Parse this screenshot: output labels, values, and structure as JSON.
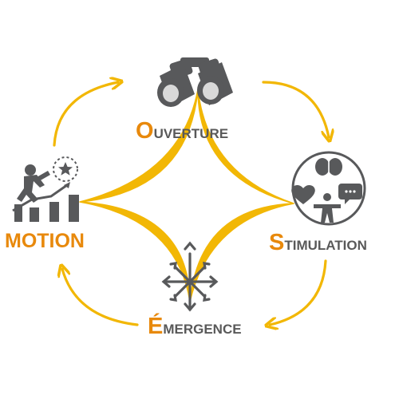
{
  "colors": {
    "accent": "#f2b705",
    "orange": "#e8890c",
    "icon": "#58595b"
  },
  "stages": {
    "ouverture": {
      "initial": "O",
      "rest": "UVERTURE",
      "icon": "binoculars-icon"
    },
    "stimulation": {
      "initial": "S",
      "rest": "TIMULATION",
      "icon": "head-heart-speech-icon"
    },
    "emergence": {
      "initial": "É",
      "rest": "MERGENCE",
      "icon": "directions-arrows-icon"
    },
    "motion": {
      "initial": "",
      "rest": "MOTION",
      "icon": "climbing-person-chart-icon"
    }
  }
}
